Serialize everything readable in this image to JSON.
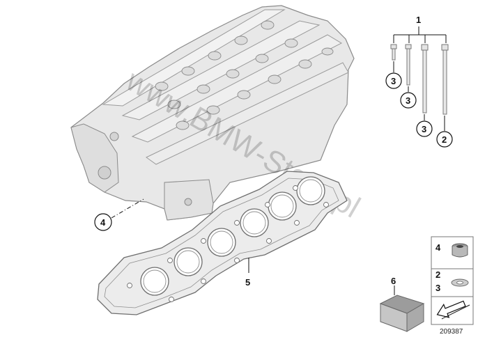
{
  "diagram": {
    "id_label": "209387",
    "watermark": "www.BMW-Store.pl"
  },
  "callouts": {
    "c1": "1",
    "c2": "2",
    "c3a": "3",
    "c3b": "3",
    "c3c": "3",
    "c4": "4",
    "c5": "5",
    "c6": "6"
  },
  "legend": {
    "row1_num": "4",
    "row2_num_a": "2",
    "row2_num_b": "3"
  },
  "colors": {
    "part_fill": "#e6e6e6",
    "part_stroke": "#8a8a8a",
    "line": "#111111"
  }
}
